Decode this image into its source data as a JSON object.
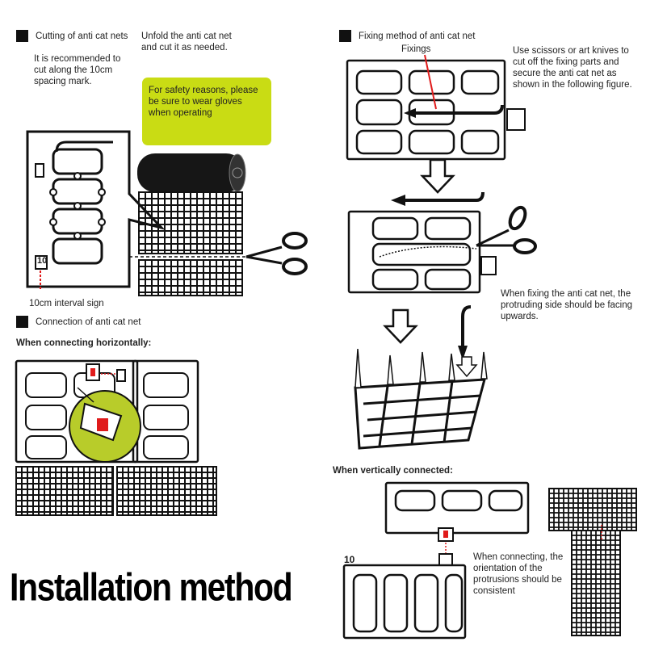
{
  "title": "Installation method",
  "cutting": {
    "heading": "Cutting of anti cat nets",
    "recommend": "It is recommended to cut along the 10cm spacing mark.",
    "unfold": "Unfold the anti cat net and cut it as needed.",
    "safety": "For safety reasons, please be sure to wear gloves when operating",
    "interval_label": "10cm interval sign",
    "mark_number": "10"
  },
  "fixing": {
    "heading": "Fixing method of anti cat net",
    "fixings_label": "Fixings",
    "instruction": "Use scissors or art knives to cut off the fixing parts and secure the anti cat net as shown in the following figure.",
    "facing_note": "When fixing the anti cat net, the protruding side should be facing upwards."
  },
  "connection": {
    "heading": "Connection of anti cat net",
    "horizontal_label": "When connecting horizontally:",
    "vertical_label": "When vertically connected:",
    "orientation_note": "When connecting, the orientation of the protrusions should be consistent",
    "mark_number": "10"
  },
  "colors": {
    "accent_note": "#c9dc14",
    "highlight": "#e01b1b",
    "ink": "#111111"
  }
}
